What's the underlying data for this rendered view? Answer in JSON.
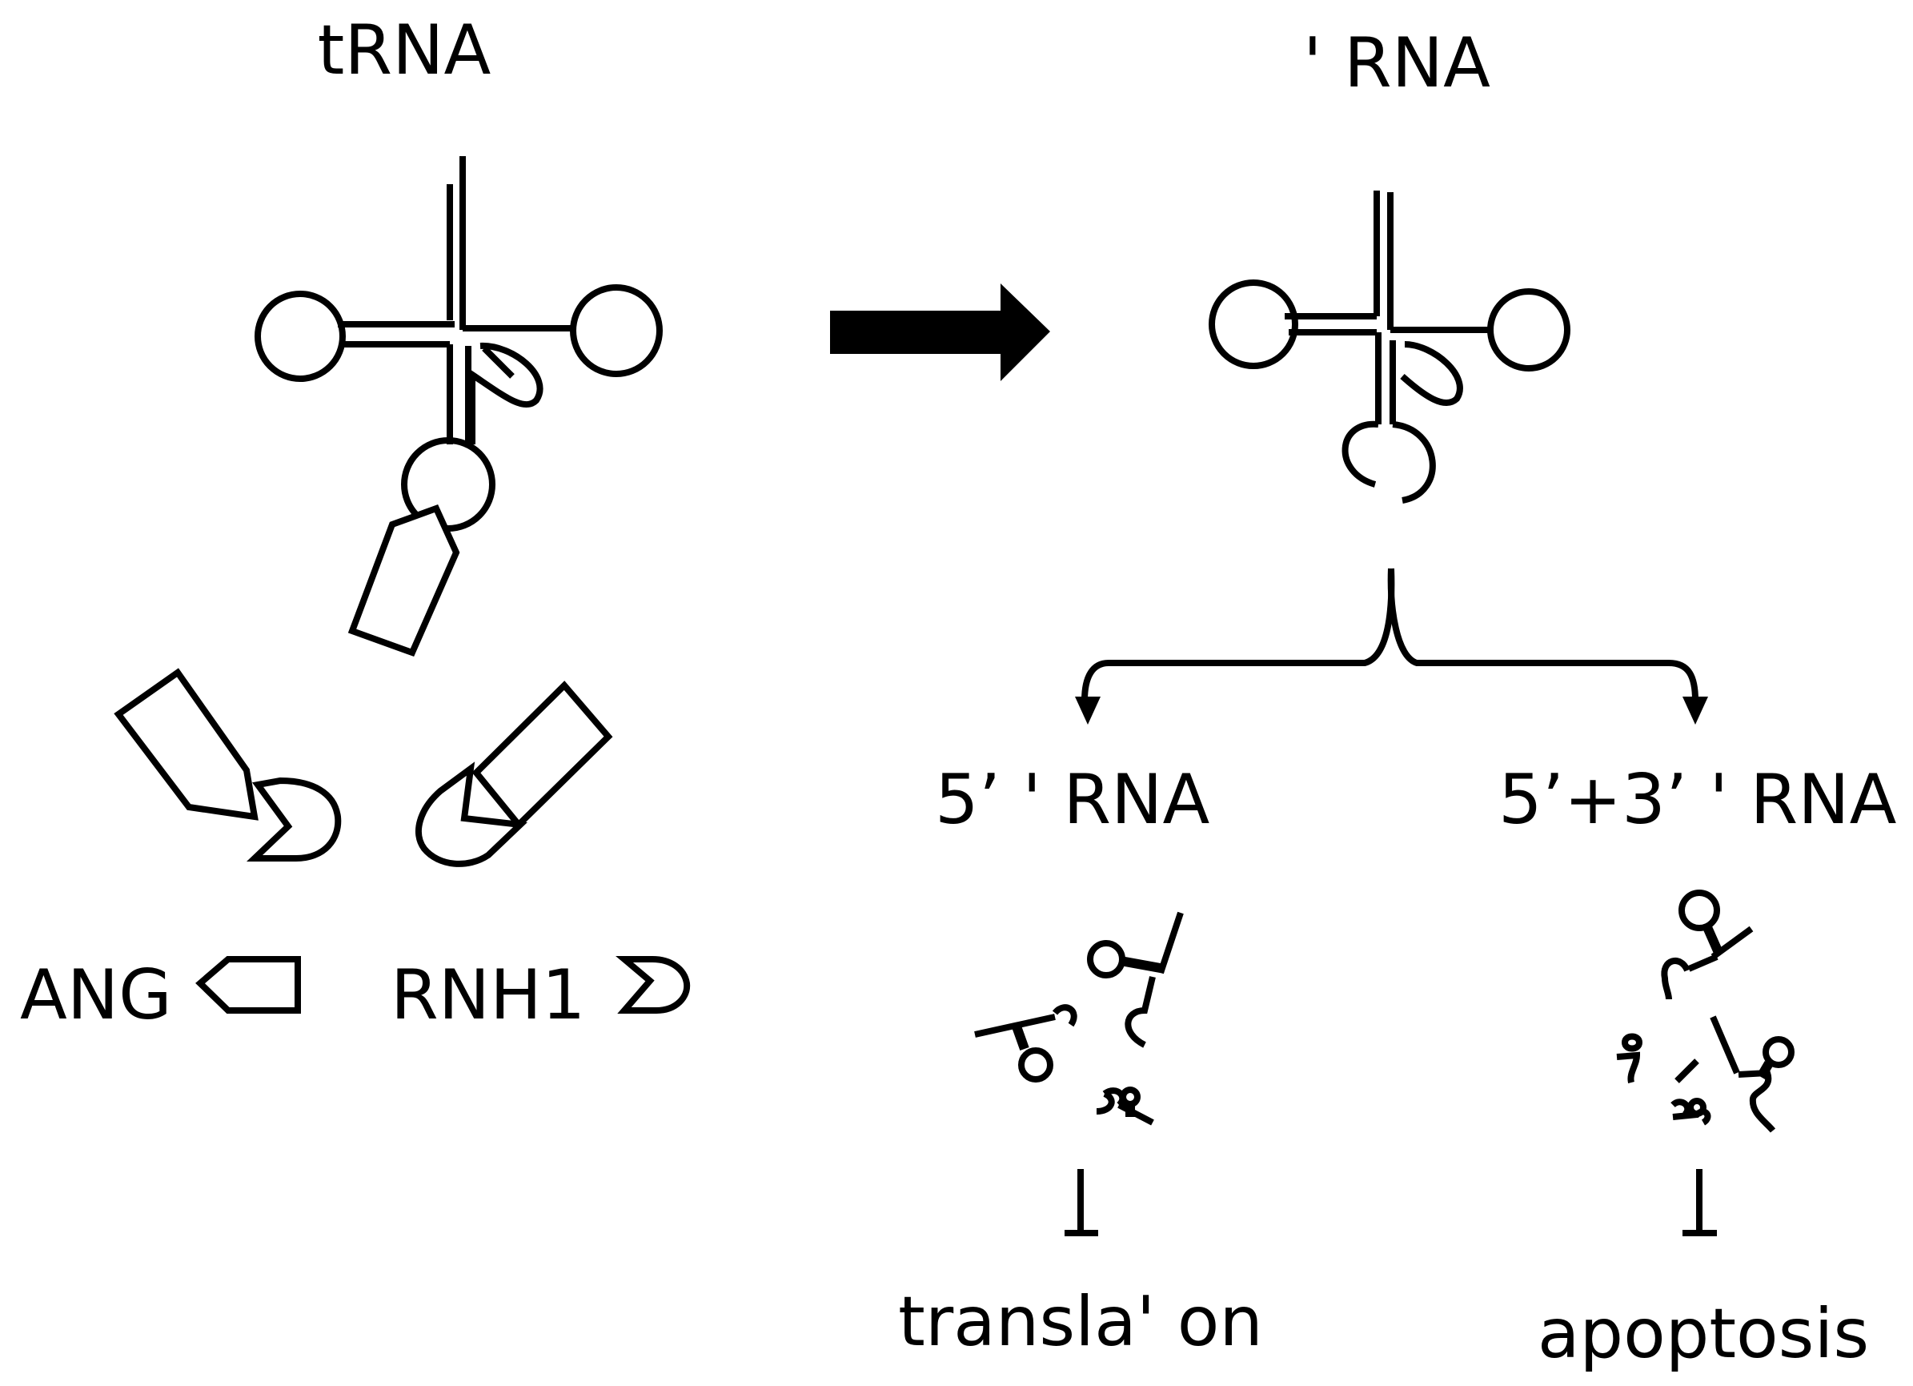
{
  "labels": {
    "trna": "tRNA",
    "tirna": "' RNA",
    "five_tirna": "5’ ' RNA",
    "five_three_tirna": "5’+3’ ' RNA",
    "translation": "transla' on",
    "apoptosis": "apoptosis",
    "ang": "ANG",
    "rnh1": "RNH1"
  },
  "legend": {
    "ang_icon": "pentagon-icon",
    "rnh1_icon": "pacman-icon"
  }
}
